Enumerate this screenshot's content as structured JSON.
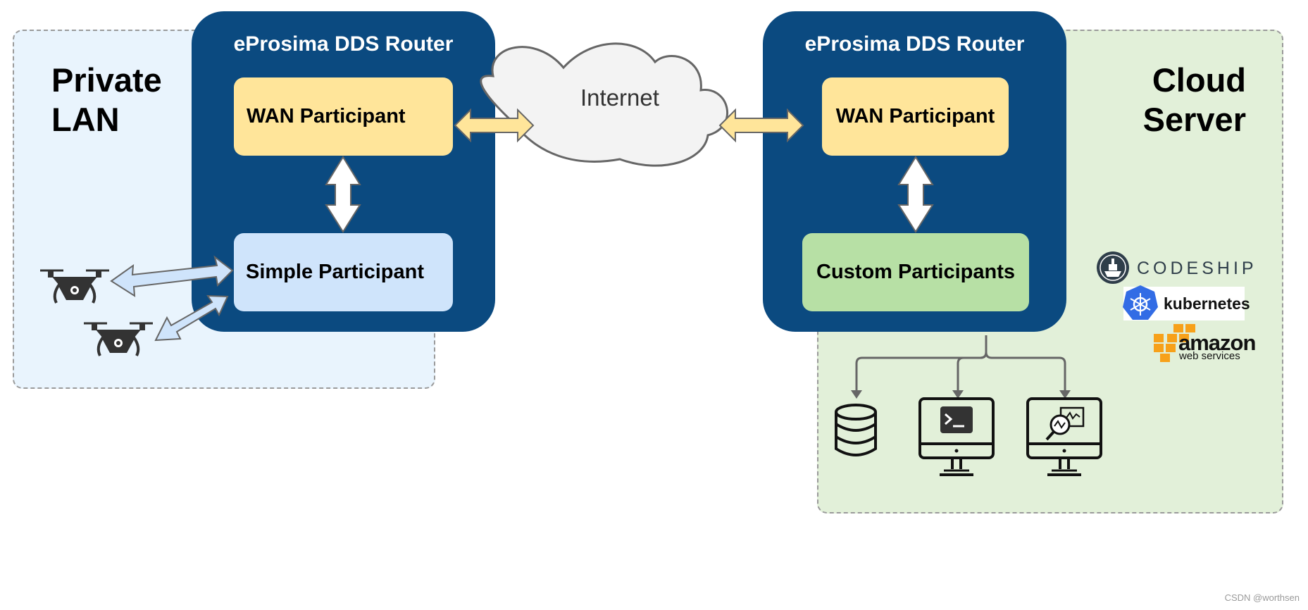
{
  "zones": {
    "left_title": "Private\nLAN",
    "right_title": "Cloud\nServer"
  },
  "routers": [
    {
      "title": "eProsima DDS Router",
      "wan_label": "WAN Participant",
      "local_label": "Simple Participant"
    },
    {
      "title": "eProsima DDS Router",
      "wan_label": "WAN Participant",
      "local_label": "Custom Participants"
    }
  ],
  "cloud_label": "Internet",
  "logos": {
    "codeship": "CODESHIP",
    "kubernetes": "kubernetes",
    "amazon_main": "amazon",
    "amazon_sub": "web services"
  },
  "watermark": "CSDN @worthsen",
  "colors": {
    "router_bg": "#0b4a80",
    "wan_box": "#ffe59a",
    "simple_box": "#cfe4fb",
    "custom_box": "#b7e0a5",
    "lan_zone": "#e9f4fd",
    "cloud_zone": "#e2f0d9"
  },
  "icons": [
    "drone-icon",
    "drone-icon",
    "database-icon",
    "terminal-monitor-icon",
    "analytics-monitor-icon",
    "internet-cloud-icon"
  ]
}
